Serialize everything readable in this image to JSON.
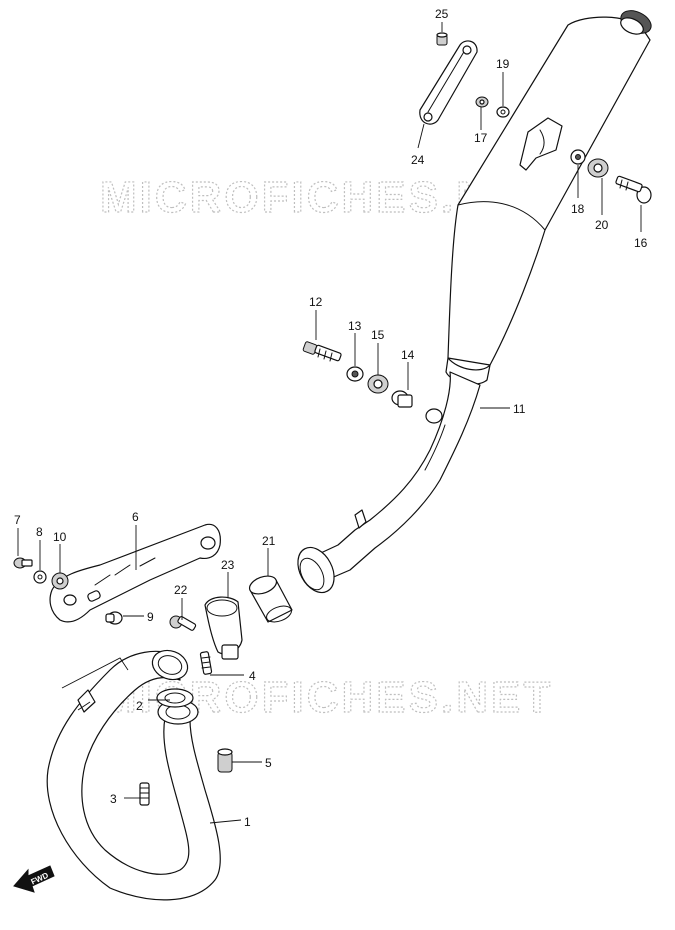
{
  "watermarks": [
    "MICROFICHES.NET",
    "MICROFICHES.NET"
  ],
  "fwd_label": "FWD",
  "callouts": [
    {
      "id": "1",
      "text": "1"
    },
    {
      "id": "2",
      "text": "2"
    },
    {
      "id": "3",
      "text": "3"
    },
    {
      "id": "4",
      "text": "4"
    },
    {
      "id": "5",
      "text": "5"
    },
    {
      "id": "6",
      "text": "6"
    },
    {
      "id": "7",
      "text": "7"
    },
    {
      "id": "8",
      "text": "8"
    },
    {
      "id": "9",
      "text": "9"
    },
    {
      "id": "10",
      "text": "10"
    },
    {
      "id": "11",
      "text": "11"
    },
    {
      "id": "12",
      "text": "12"
    },
    {
      "id": "13",
      "text": "13"
    },
    {
      "id": "14",
      "text": "14"
    },
    {
      "id": "15",
      "text": "15"
    },
    {
      "id": "16",
      "text": "16"
    },
    {
      "id": "17",
      "text": "17"
    },
    {
      "id": "18",
      "text": "18"
    },
    {
      "id": "19",
      "text": "19"
    },
    {
      "id": "20",
      "text": "20"
    },
    {
      "id": "21",
      "text": "21"
    },
    {
      "id": "22",
      "text": "22"
    },
    {
      "id": "23",
      "text": "23"
    },
    {
      "id": "24",
      "text": "24"
    },
    {
      "id": "25",
      "text": "25"
    }
  ]
}
